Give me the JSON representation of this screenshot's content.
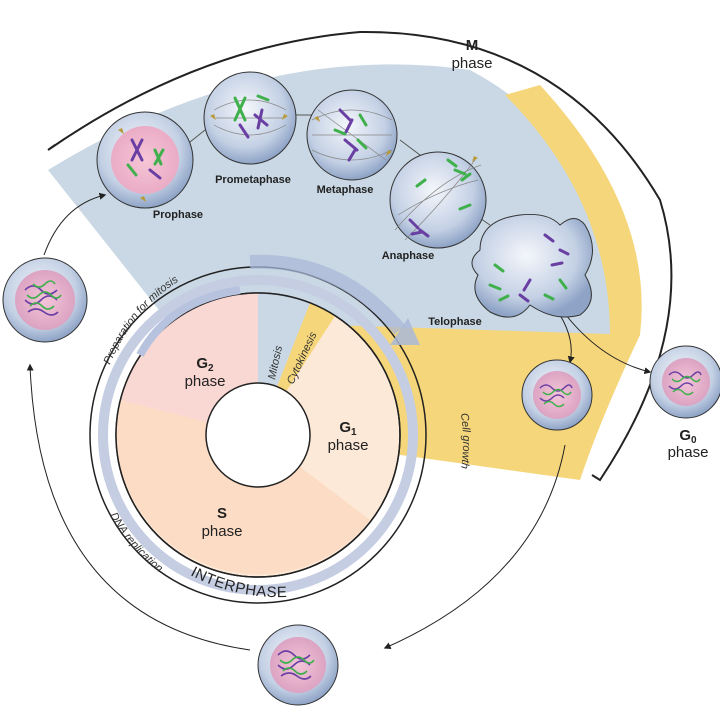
{
  "m_phase": {
    "letter": "M",
    "word": "phase"
  },
  "g0_phase": {
    "letter": "G",
    "sub": "0",
    "word": "phase"
  },
  "mitosis_stages": {
    "prophase": "Prophase",
    "prometaphase": "Prometaphase",
    "metaphase": "Metaphase",
    "anaphase": "Anaphase",
    "telophase": "Telophase"
  },
  "wheel": {
    "g2": {
      "letter": "G",
      "sub": "2",
      "word": "phase"
    },
    "g1": {
      "letter": "G",
      "sub": "1",
      "word": "phase"
    },
    "s": {
      "letter": "S",
      "word": "phase"
    },
    "mitosis": "Mitosis",
    "cytokinesis": "Cytokinesis",
    "interphase": "INTERPHASE"
  },
  "arc_labels": {
    "preparation": "Preparation for mitosis",
    "cell_growth": "Cell growth",
    "dna_replication": "DNA replication"
  },
  "colors": {
    "mitosis_band": "#c9d8e4",
    "cytokinesis_band": "#f5d67a",
    "g2_fill": "#f9d7d3",
    "s_fill": "#fcdcc4",
    "g1_fill": "#fde9d8",
    "arrow_band": "#b7c3de",
    "cell_fill": "#aebfd9",
    "chromosome_green": "#3fb04b",
    "chromosome_purple": "#6a3fa3"
  }
}
